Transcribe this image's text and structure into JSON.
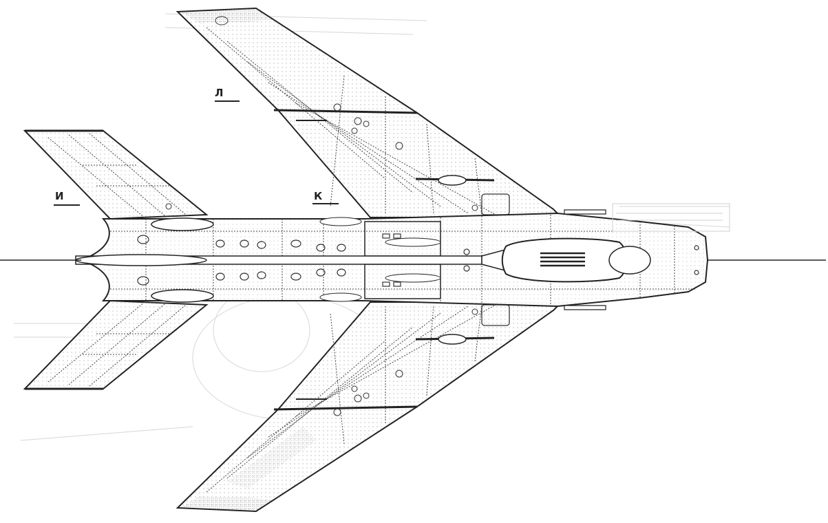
{
  "drawing": {
    "labels": [
      {
        "id": "И",
        "text": "И"
      },
      {
        "id": "К",
        "text": "К"
      },
      {
        "id": "Л",
        "text": "Л"
      }
    ],
    "colors": {
      "ink": "#2a2a2a",
      "rivet": "#555555",
      "paper": "#ffffff",
      "ghost": "#d6d6d6"
    }
  }
}
